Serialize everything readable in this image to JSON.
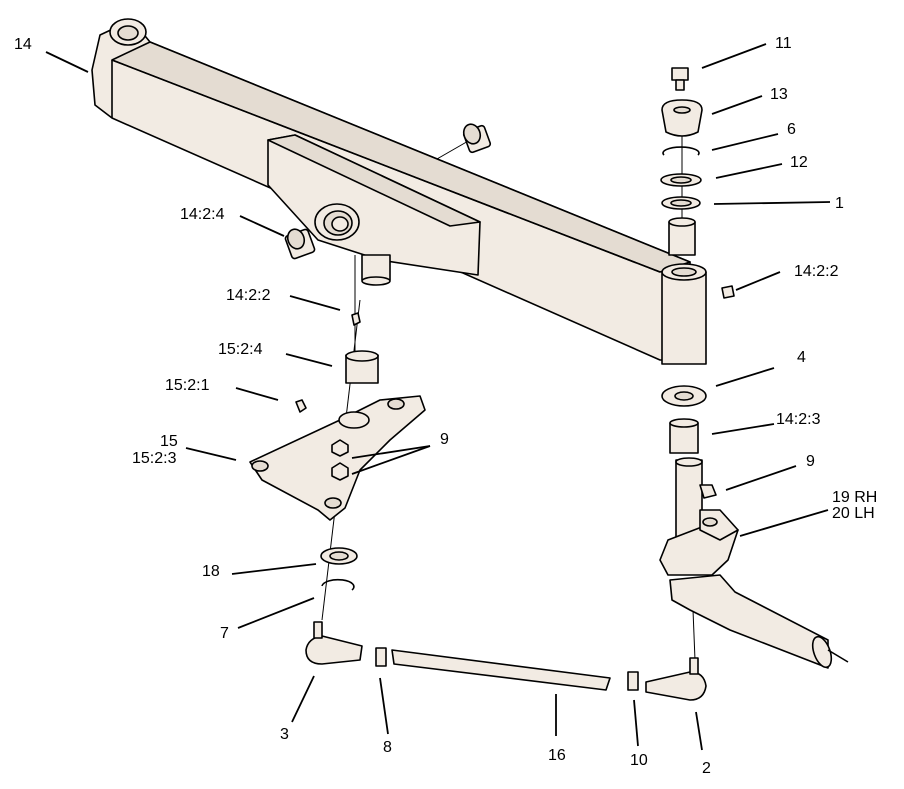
{
  "diagram": {
    "background_color": "#ffffff",
    "part_color": "#f2ebe3",
    "line_color": "#000000",
    "callouts": {
      "c14": "14",
      "c11": "11",
      "c13": "13",
      "c6": "6",
      "c12": "12",
      "c1": "1",
      "c14_2_4": "14:2:4",
      "c14_2_2_left": "14:2:2",
      "c14_2_2_right": "14:2:2",
      "c15_2_4": "15:2:4",
      "c4": "4",
      "c15_2_1": "15:2:1",
      "c14_2_3": "14:2:3",
      "c15": "15",
      "c15_2_3": "15:2:3",
      "c9_top": "9",
      "c9_right": "9",
      "c19rh": "19 RH",
      "c20lh": "20 LH",
      "c18": "18",
      "c7": "7",
      "c3": "3",
      "c8": "8",
      "c16": "16",
      "c10": "10",
      "c2": "2"
    }
  }
}
